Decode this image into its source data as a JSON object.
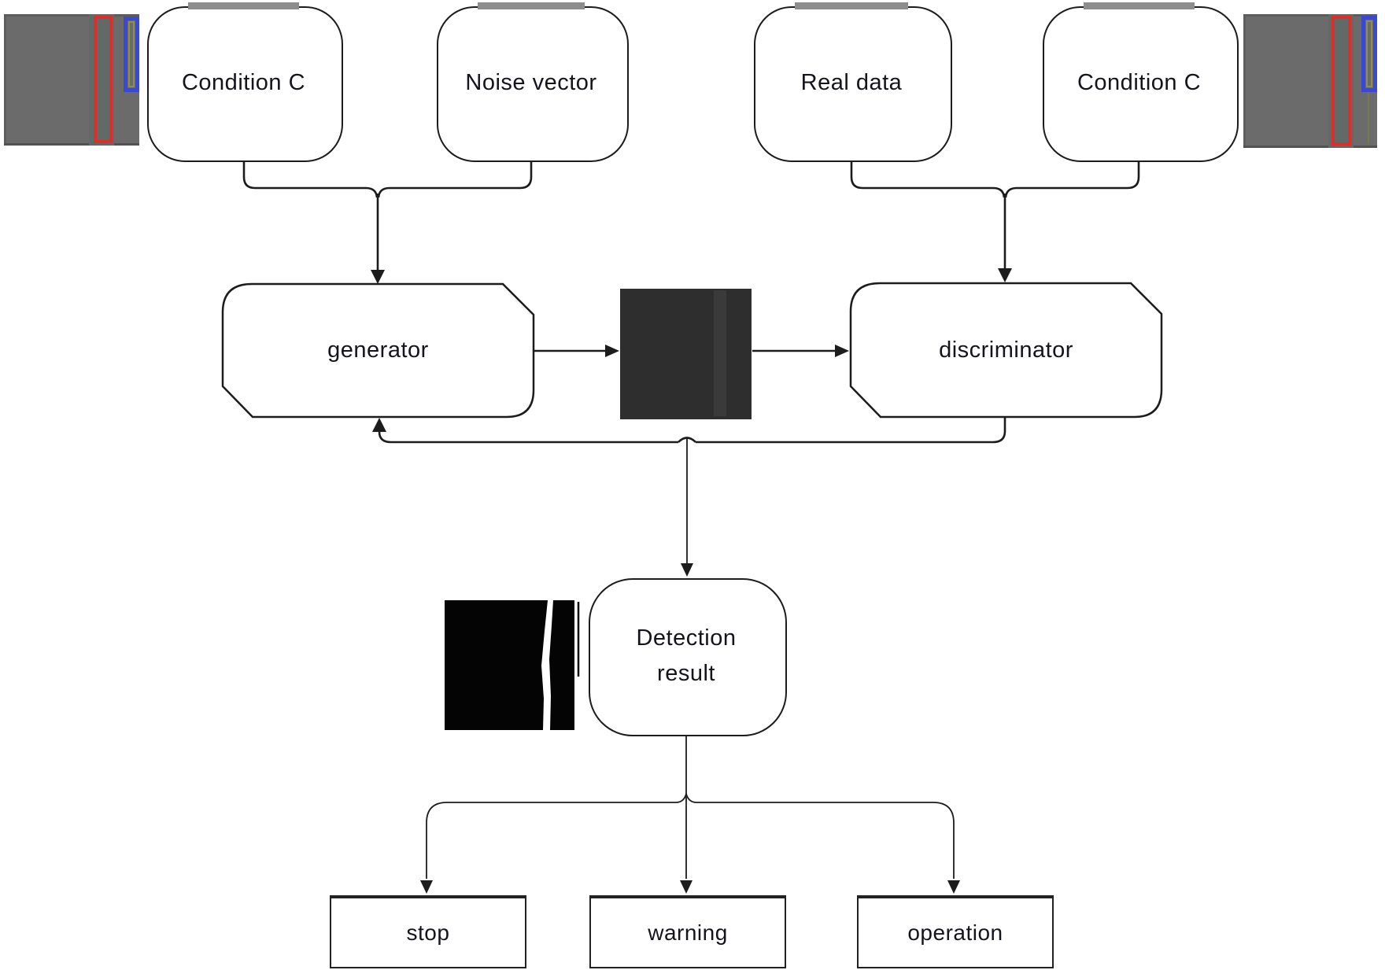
{
  "figure": {
    "title": "conditional GAN surface-defect detection flow diagram",
    "background": "#ffffff",
    "line_color": "#1c1c1c",
    "text_color": "#14141c"
  },
  "inputs": {
    "condition_c_left": "Condition C",
    "noise_vector": "Noise vector",
    "real_data": "Real data",
    "condition_c_right": "Condition C"
  },
  "models": {
    "generator": "generator",
    "discriminator": "discriminator"
  },
  "detection": {
    "line1": "Detection",
    "line2": "result"
  },
  "outputs": {
    "stop": "stop",
    "warning": "warning",
    "operation": "operation"
  },
  "annotations": {
    "sample_gray": "#6b6b6b",
    "generated_dark": "#2e2e2e",
    "detection_black": "#040404",
    "highlight_red": "#dc2f2b",
    "highlight_blue": "#3a49cf",
    "highlight_olive": "#8e9045",
    "top_edge_gray": "#8d8d8d"
  }
}
